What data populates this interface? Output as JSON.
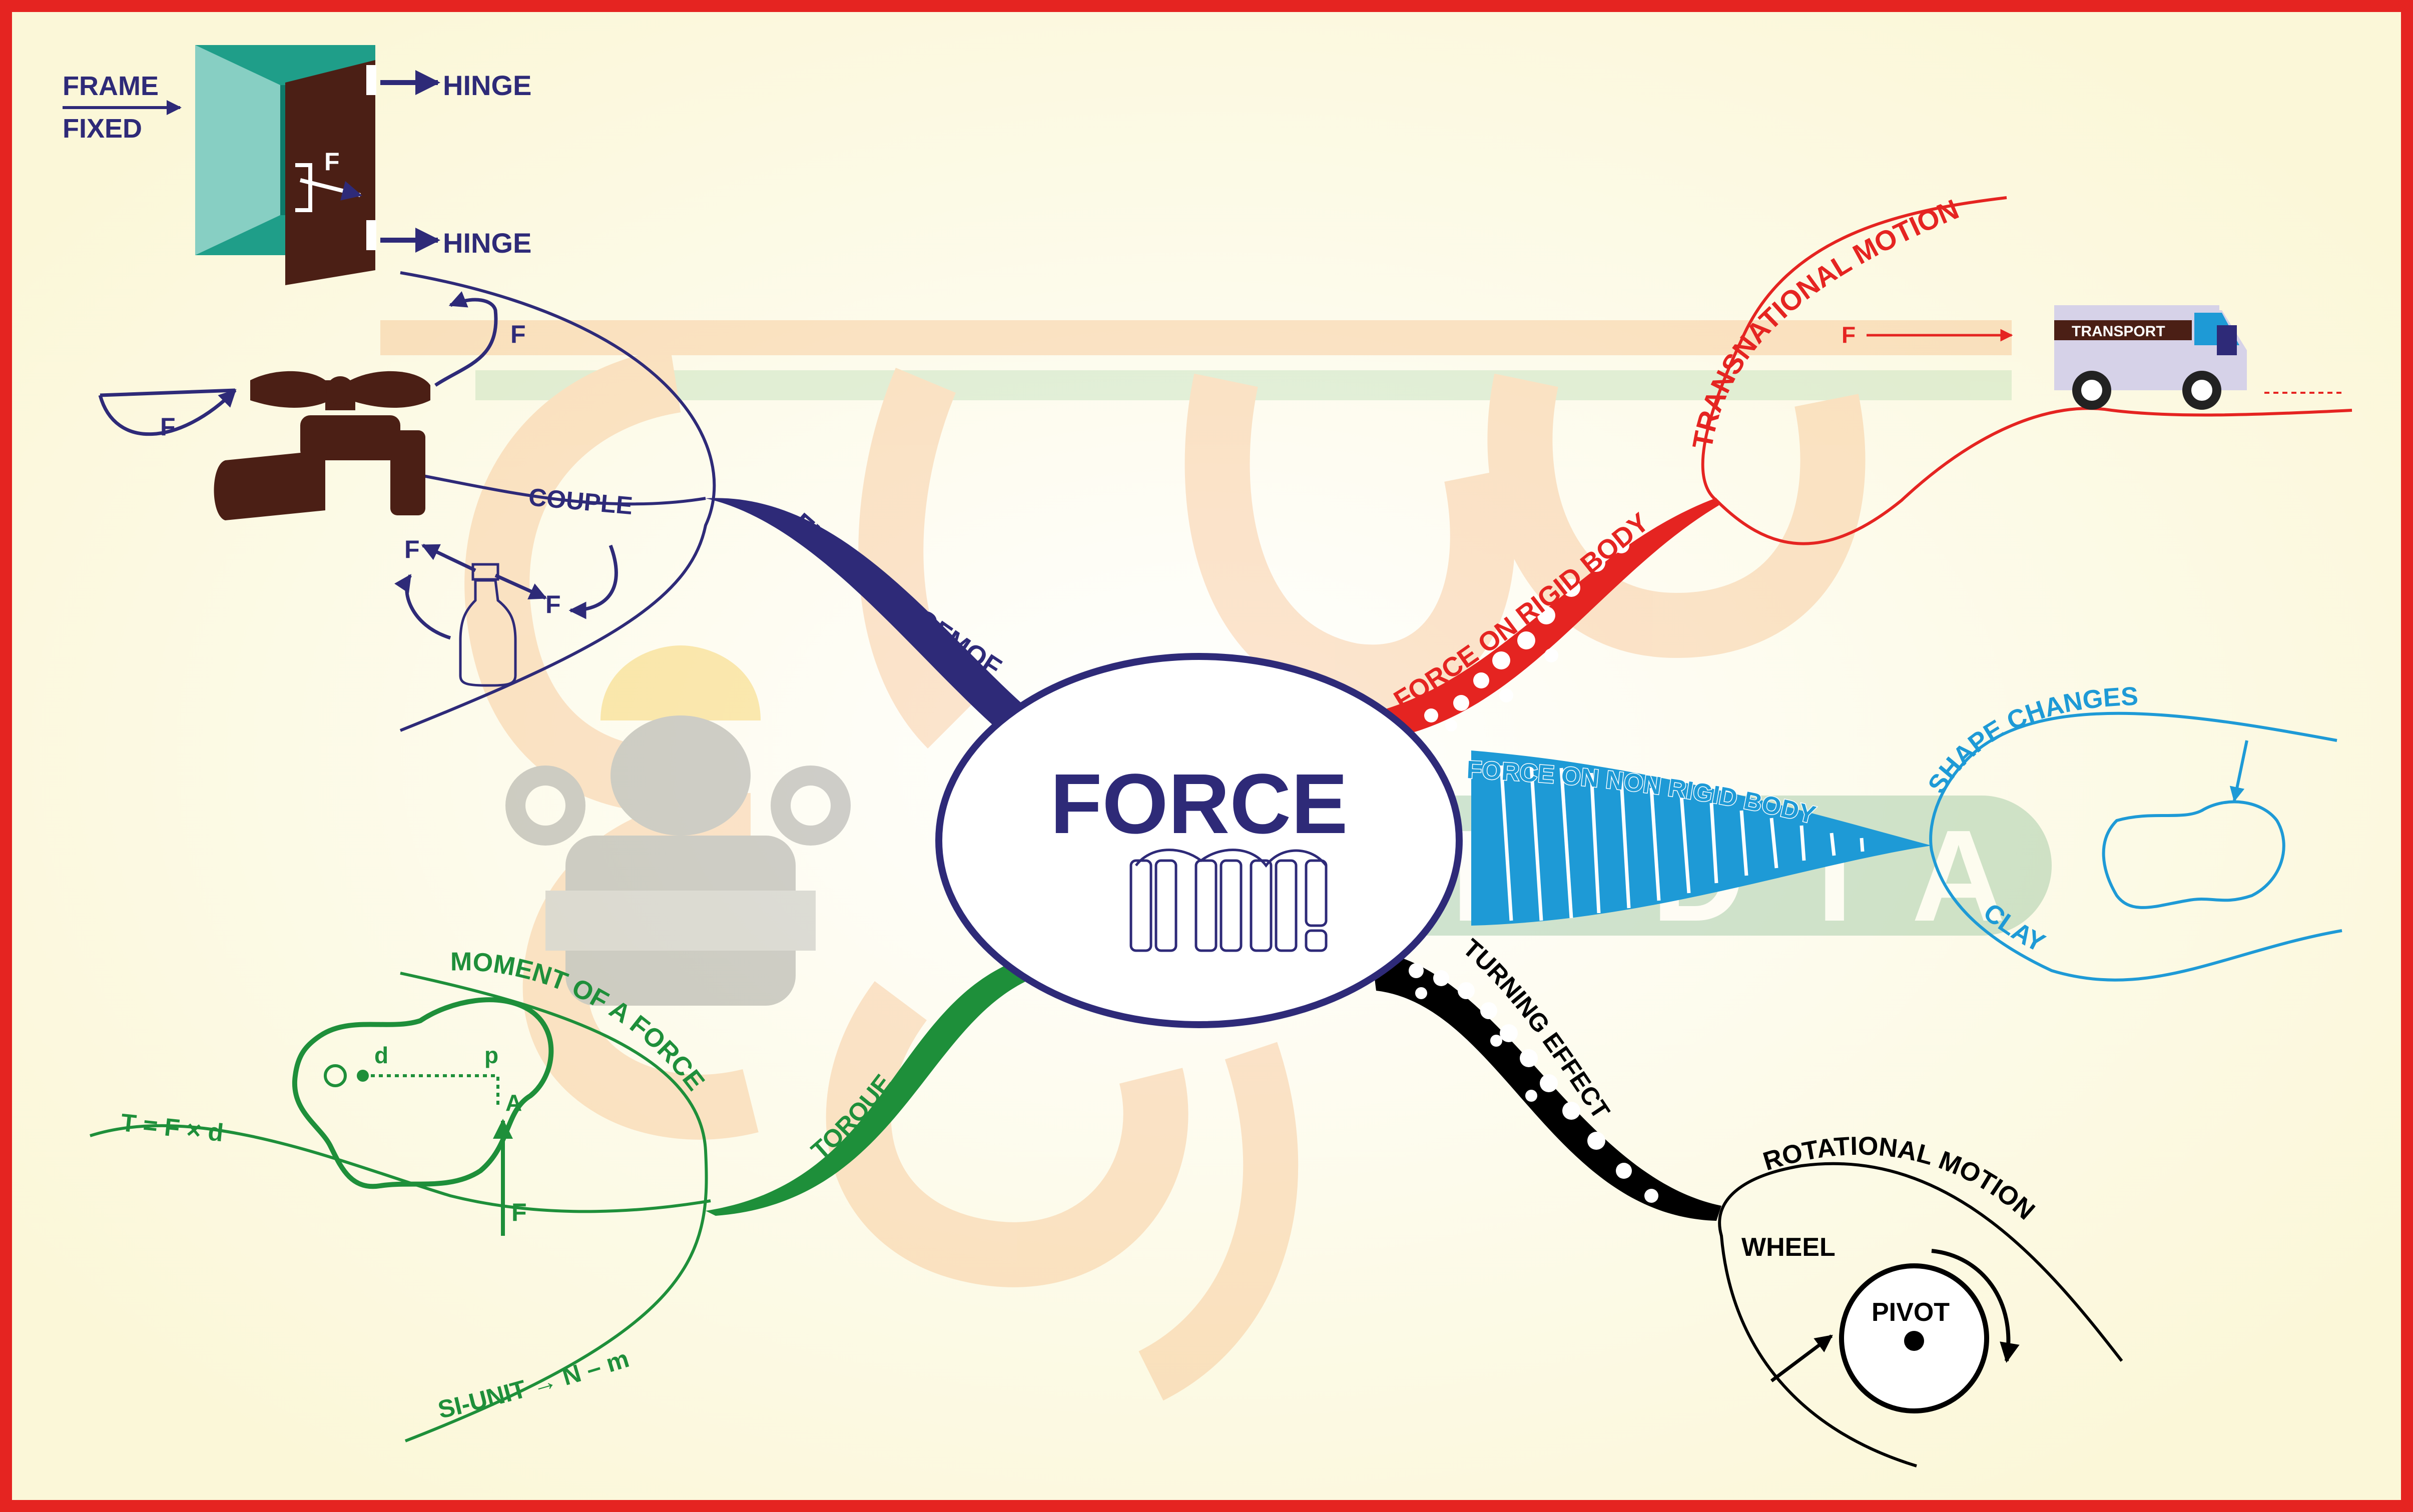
{
  "center": {
    "title": "FORCE"
  },
  "colors": {
    "border": "#e52421",
    "background": "#fdfbe6",
    "center_text": "#2e2a78",
    "examples": "#2e2a78",
    "rigid": "#e52421",
    "non_rigid": "#1e9ad6",
    "turning": "#000000",
    "torque": "#1e8f3a",
    "watermark_orange": "#f4a35a",
    "watermark_green": "#5aa36d"
  },
  "branches": {
    "examples": {
      "label": "EXAMPLE SOFMOF",
      "couple": "COUPLE",
      "door": {
        "frame_fixed_1": "FRAME",
        "frame_fixed_2": "FIXED",
        "hinge_top": "HINGE",
        "hinge_bottom": "HINGE",
        "force": "F"
      },
      "tap": {
        "force_left": "F",
        "force_top": "F"
      },
      "bottle": {
        "force_left": "F",
        "force_right": "F"
      }
    },
    "rigid": {
      "label": "FORCE ON RIGID BODY",
      "sub_label": "TRANSNATIONAL MOTION",
      "force": "F",
      "truck_label": "TRANSPORT"
    },
    "non_rigid": {
      "label": "FORCE ON NON RIGID BODY",
      "shape_changes": "SHAPE CHANGES",
      "clay": "CLAY"
    },
    "turning": {
      "label": "TURNING EFFECT",
      "sub_label": "ROTATIONAL MOTION",
      "wheel": "WHEEL",
      "pivot": "PIVOT"
    },
    "torque": {
      "label": "TORQUE",
      "moment": "MOMENT OF A FORCE",
      "formula": "T = F × d",
      "si_unit": "SI-UNIT → N – m",
      "point_d": "d",
      "point_p": "p",
      "point_a": "A",
      "force": "F"
    }
  }
}
